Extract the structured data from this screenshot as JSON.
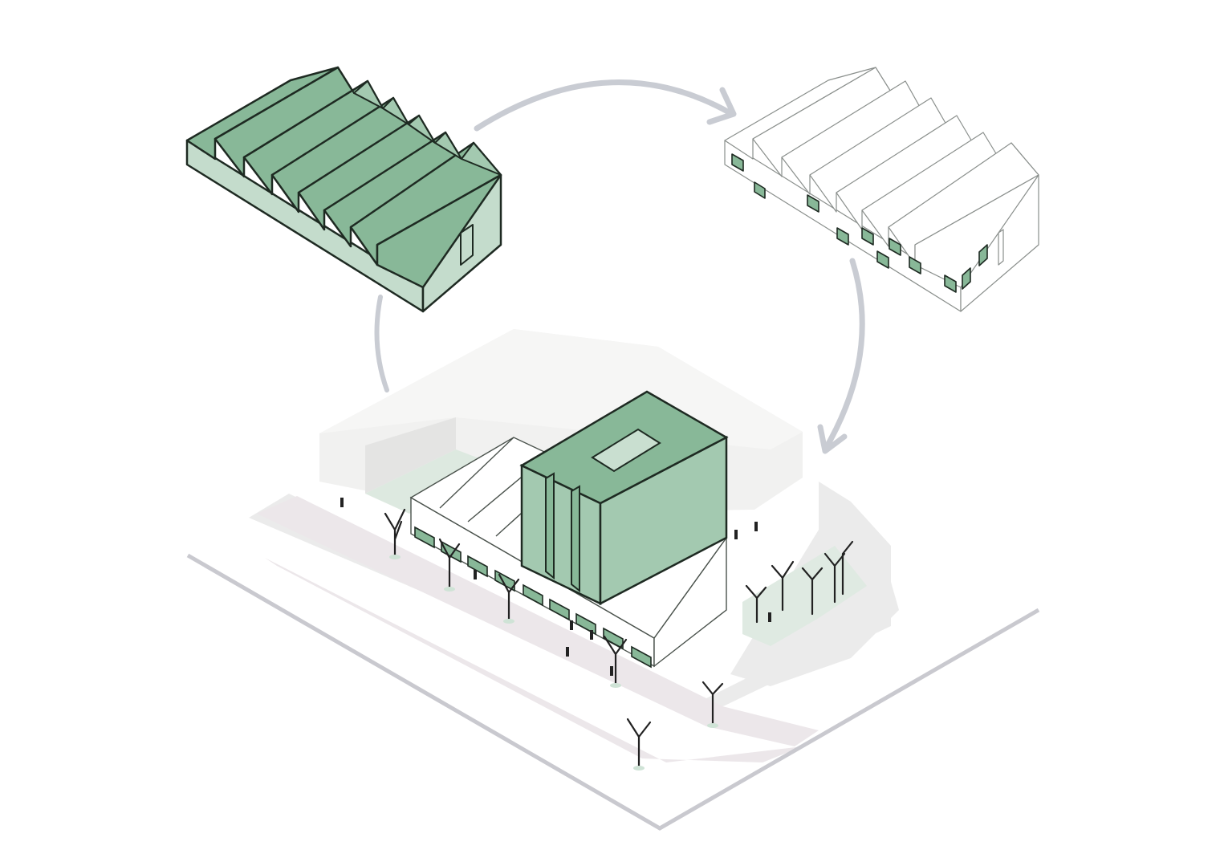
{
  "diagram": {
    "stages": [
      {
        "id": "existing",
        "icon": "sawtooth-warehouse-icon"
      },
      {
        "id": "perforated",
        "icon": "warehouse-with-openings-icon"
      },
      {
        "id": "transformed",
        "icon": "warehouse-with-tower-icon"
      }
    ],
    "cycle_arrows": 3
  },
  "colors": {
    "green_roof": "#88b898",
    "green_wall": "#a3c9b0",
    "green_light": "#c4dccc",
    "window_fill": "#88b898",
    "line": "#1e2a22",
    "arrow": "#c9ccd3",
    "ghost": "#f1f1f0",
    "ground": "#ebebeb",
    "road": "#ece7ea",
    "site": "#c9c9cf"
  }
}
